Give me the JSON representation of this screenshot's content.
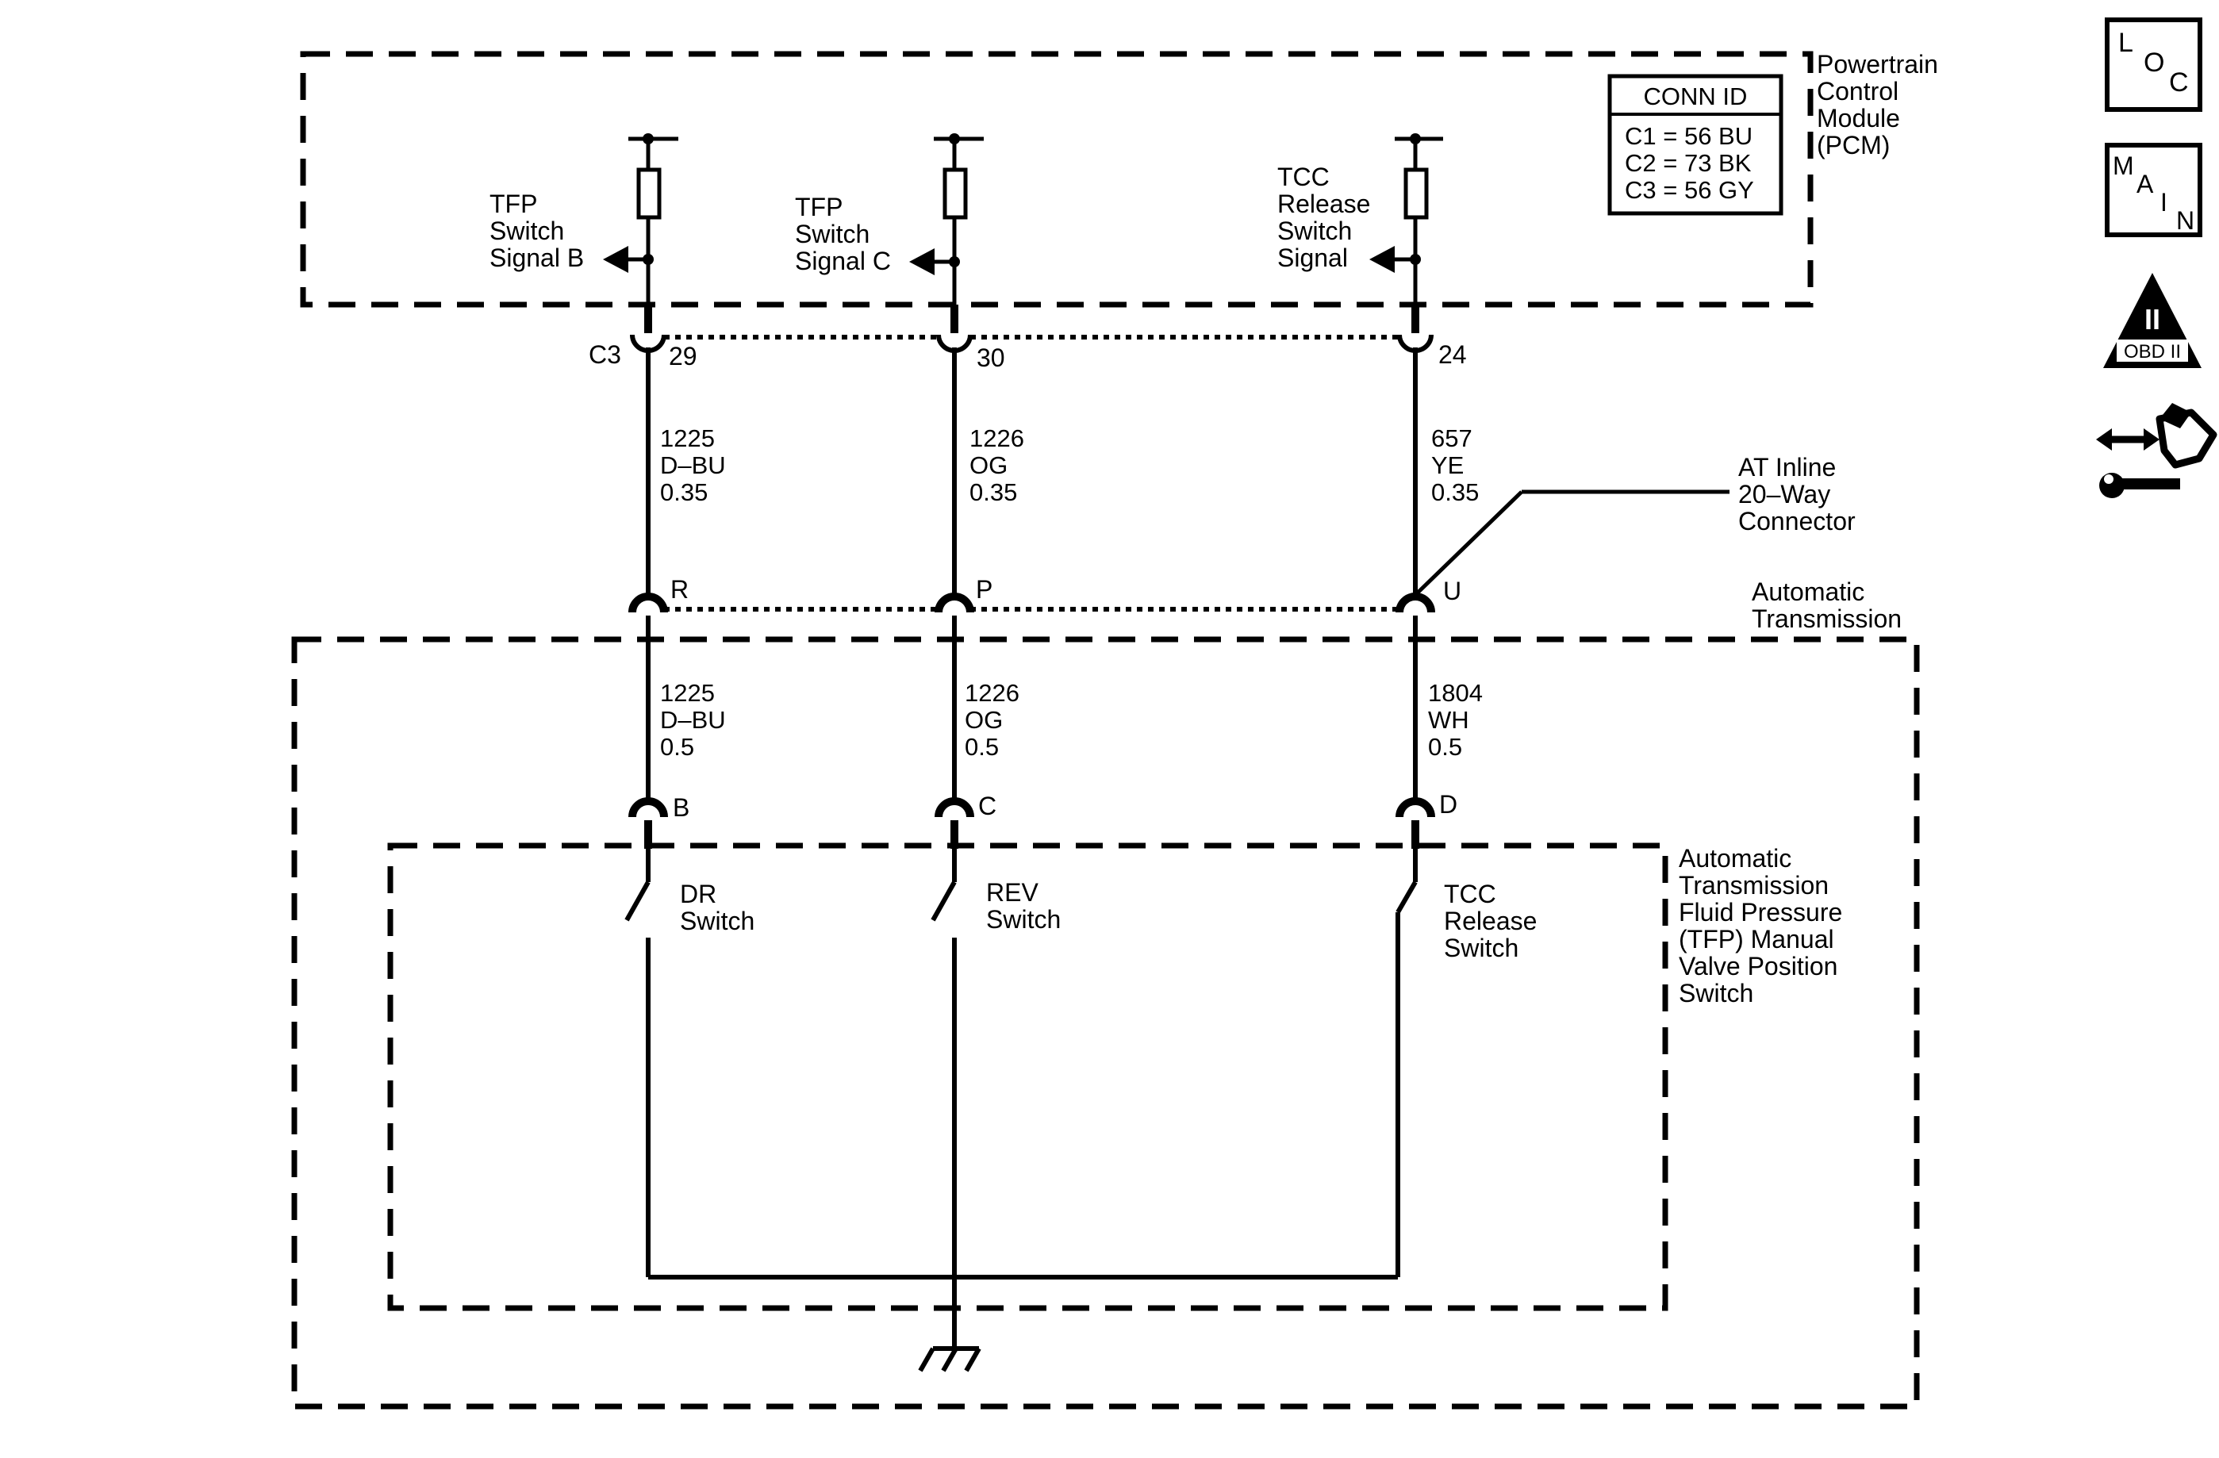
{
  "modules": {
    "pcm": {
      "lines": [
        "Powertrain",
        "Control",
        "Module",
        "(PCM)"
      ]
    },
    "at": {
      "lines": [
        "Automatic",
        "Transmission"
      ]
    },
    "tfp": {
      "lines": [
        "Automatic",
        "Transmission",
        "Fluid Pressure",
        "(TFP) Manual",
        "Valve Position",
        "Switch"
      ]
    }
  },
  "conn_id": {
    "title": "CONN ID",
    "rows": [
      "C1 = 56 BU",
      "C2 = 73 BK",
      "C3 = 56 GY"
    ]
  },
  "signals": [
    {
      "lines": [
        "TFP",
        "Switch",
        "Signal B"
      ]
    },
    {
      "lines": [
        "TFP",
        "Switch",
        "Signal C"
      ]
    },
    {
      "lines": [
        "TCC",
        "Release",
        "Switch",
        "Signal"
      ]
    }
  ],
  "pcm_connector": {
    "id": "C3",
    "pins": [
      "29",
      "30",
      "24"
    ]
  },
  "upper_wires": [
    {
      "circuit": "1225",
      "color": "D–BU",
      "gauge": "0.35"
    },
    {
      "circuit": "1226",
      "color": "OG",
      "gauge": "0.35"
    },
    {
      "circuit": "657",
      "color": "YE",
      "gauge": "0.35"
    }
  ],
  "inline_connector": {
    "lines": [
      "AT Inline",
      "20–Way",
      "Connector"
    ],
    "pins": [
      "R",
      "P",
      "U"
    ]
  },
  "lower_wires": [
    {
      "circuit": "1225",
      "color": "D–BU",
      "gauge": "0.5"
    },
    {
      "circuit": "1226",
      "color": "OG",
      "gauge": "0.5"
    },
    {
      "circuit": "1804",
      "color": "WH",
      "gauge": "0.5"
    }
  ],
  "switch_pins": [
    "B",
    "C",
    "D"
  ],
  "switches": [
    {
      "lines": [
        "DR",
        "Switch"
      ]
    },
    {
      "lines": [
        "REV",
        "Switch"
      ]
    },
    {
      "lines": [
        "TCC",
        "Release",
        "Switch"
      ]
    }
  ],
  "nav": {
    "loc": [
      "L",
      "O",
      "C"
    ],
    "main": [
      "M",
      "A",
      "I",
      "N"
    ],
    "obd": {
      "numeral": "II",
      "label": "OBD II"
    },
    "icon_names": [
      "loc-icon",
      "main-icon",
      "obd-ii-icon",
      "connector-tool-icon"
    ]
  }
}
